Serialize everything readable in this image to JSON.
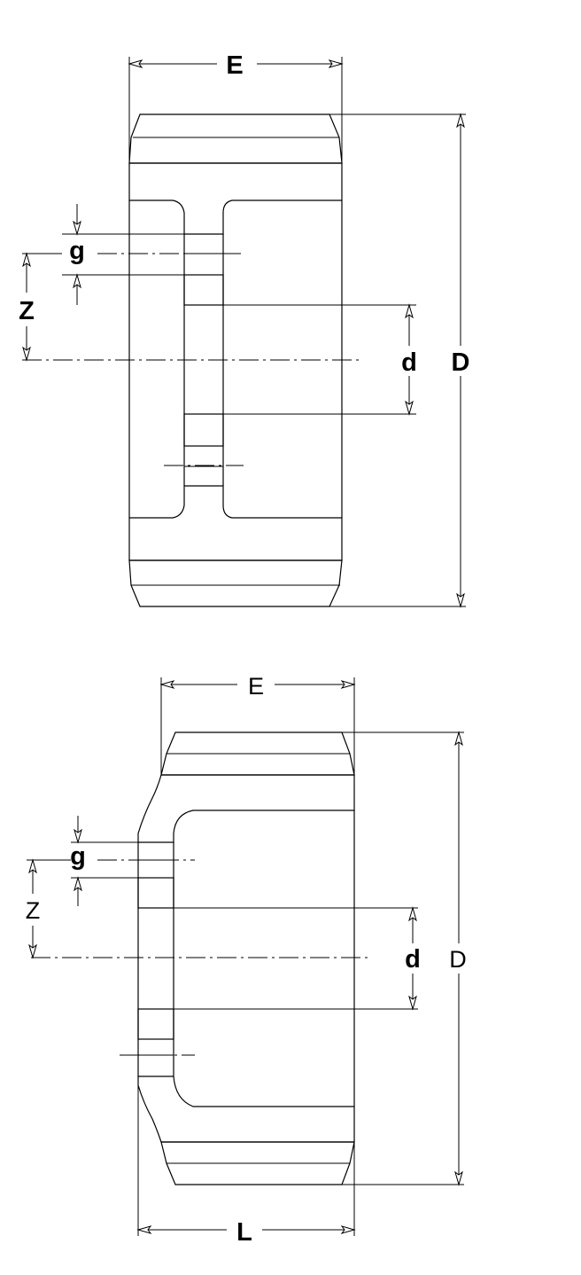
{
  "views": [
    {
      "name": "top",
      "labels": {
        "E": "E",
        "D": "D",
        "d": "d",
        "g": "g",
        "Z": "Z"
      }
    },
    {
      "name": "bottom",
      "labels": {
        "E": "E",
        "D": "D",
        "d": "d",
        "g": "g",
        "Z": "Z",
        "L": "L"
      }
    }
  ]
}
